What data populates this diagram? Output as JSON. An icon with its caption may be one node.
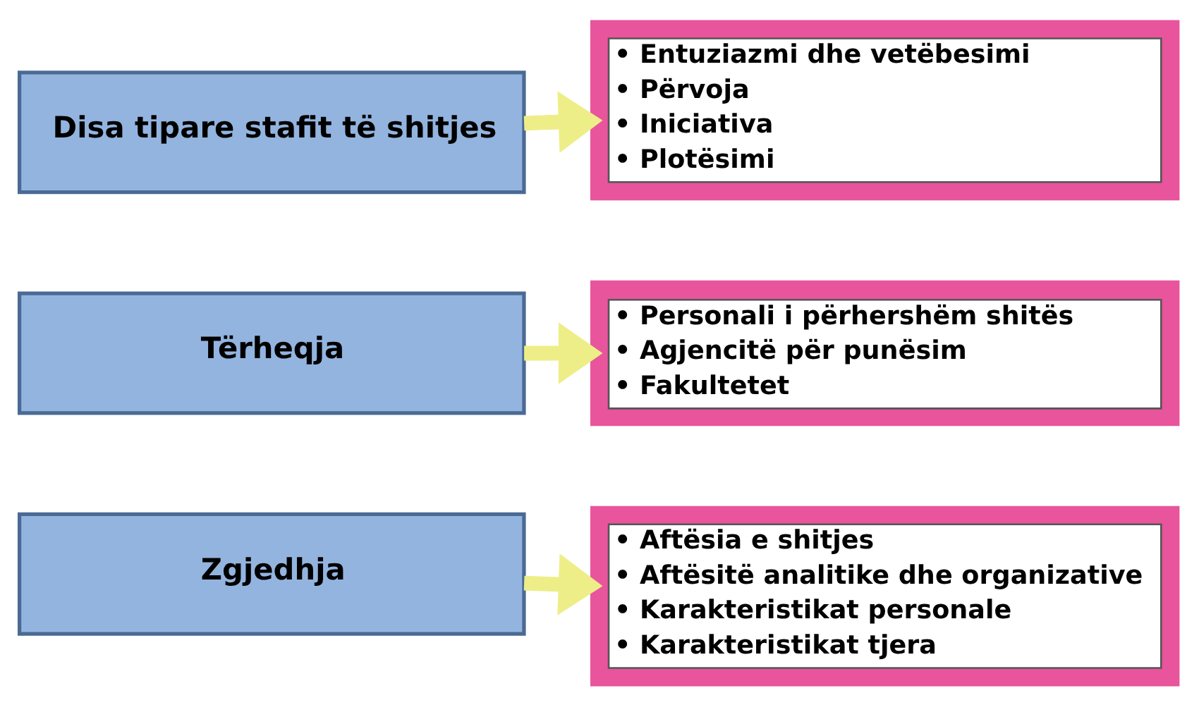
{
  "diagram": {
    "nodes": [
      {
        "text": [
          "Disa tipare stafit të shitjes"
        ]
      },
      {
        "text": [
          "• Entuziazmi dhe vetëbesimi",
          "• Përvoja",
          "• Iniciativa",
          "• Plotësimi"
        ]
      },
      {
        "text": [
          "Tërheqja"
        ]
      },
      {
        "text": [
          "• Personali i përhershëm shitës",
          "• Agjencitë për punësim",
          "• Fakultetet"
        ]
      },
      {
        "text": [
          "Zgjedhja"
        ]
      },
      {
        "text": [
          "• Aftësia e shitjes",
          "• Aftësitë analitike dhe organizative",
          "• Karakteristikat personale",
          "• Karakteristikat tjera"
        ]
      }
    ],
    "edges": [
      {
        "from": 0,
        "to": 1,
        "arrow": "to"
      },
      {
        "from": 2,
        "to": 3,
        "arrow": "to"
      },
      {
        "from": 4,
        "to": 5,
        "arrow": "to"
      }
    ]
  }
}
